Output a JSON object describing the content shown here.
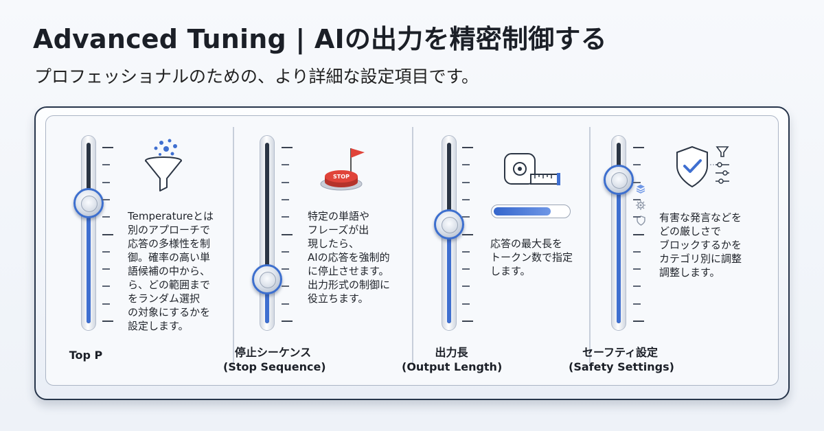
{
  "title": "Advanced Tuning | AIの出力を精密制御する",
  "subtitle": "プロフェッショナルのための、より詳細な設定項目です。",
  "colors": {
    "accent": "#3f6fd0",
    "stop_red": "#e0443a",
    "dark": "#26344a"
  },
  "sliders": [
    {
      "label_lines": [
        "Top P"
      ],
      "value": 0.68,
      "icon": "funnel-icon",
      "description_lines": [
        "Temperatureとは",
        "別のアプローチで",
        "応答の多様性を制",
        "御。確率の高い単",
        "語候補の中から、",
        "ら、どの範囲まで",
        "をランダム選択",
        "の対象にするかを",
        "設定します。"
      ]
    },
    {
      "label_lines": [
        "停止シーケンス",
        "(Stop Sequence)"
      ],
      "value": 0.22,
      "icon": "stop-button-icon",
      "stop_text": "STOP",
      "description_lines": [
        "特定の単語や",
        "フレーズが出",
        "現したら、",
        "AIの応答を強制的",
        "に停止させます。",
        "出力形式の制御に",
        "役立ちます。"
      ]
    },
    {
      "label_lines": [
        "出力長",
        "(Output Length)"
      ],
      "value": 0.55,
      "icon": "tape-measure-icon",
      "output_bar_level": 0.75,
      "description_lines": [
        "応答の最大長を",
        "トークン数で指定",
        "します。"
      ]
    },
    {
      "label_lines": [
        "セーフティ設定",
        "(Safety Settings)"
      ],
      "value": 0.82,
      "icon": "shield-check-icon",
      "side_icons": [
        "layers-icon",
        "gear-icon",
        "shield-small-icon"
      ],
      "description_lines": [
        "有害な発言などを",
        "どの厳しさで",
        "ブロックするかを",
        "カテゴリ別に調整",
        "調整します。"
      ]
    }
  ]
}
